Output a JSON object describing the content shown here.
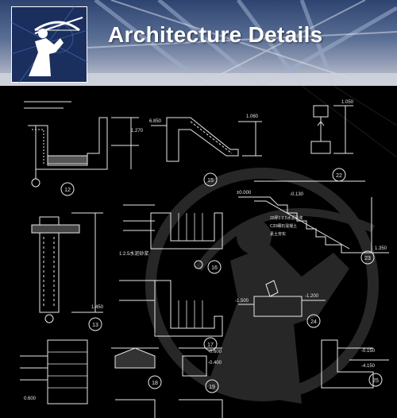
{
  "banner": {
    "title": "Architecture Details",
    "logo_icon": "archer-logo-icon",
    "colors": {
      "banner_top": "#2e4470",
      "banner_bottom": "#c9ced8",
      "logo_bg": "#1b2f5e",
      "drawing_bg": "#000000"
    }
  },
  "drawing": {
    "detail_numbers": [
      "12",
      "15",
      "22",
      "23",
      "16",
      "13",
      "17",
      "24",
      "18",
      "19",
      "25"
    ],
    "dims": [
      "1.270",
      "1.060",
      "1.050",
      "±0.000",
      "-0.130",
      "1.350",
      "1.450",
      "-1.500",
      "-1.200",
      "-0.150",
      "-4.150",
      "-0.600",
      "-0.400",
      "0.600",
      "6.850"
    ],
    "levels": [
      "1:2.5水泥砂浆",
      "20厚1:2.5水泥砂浆",
      "C20细石混凝土",
      "素土夯实"
    ]
  }
}
